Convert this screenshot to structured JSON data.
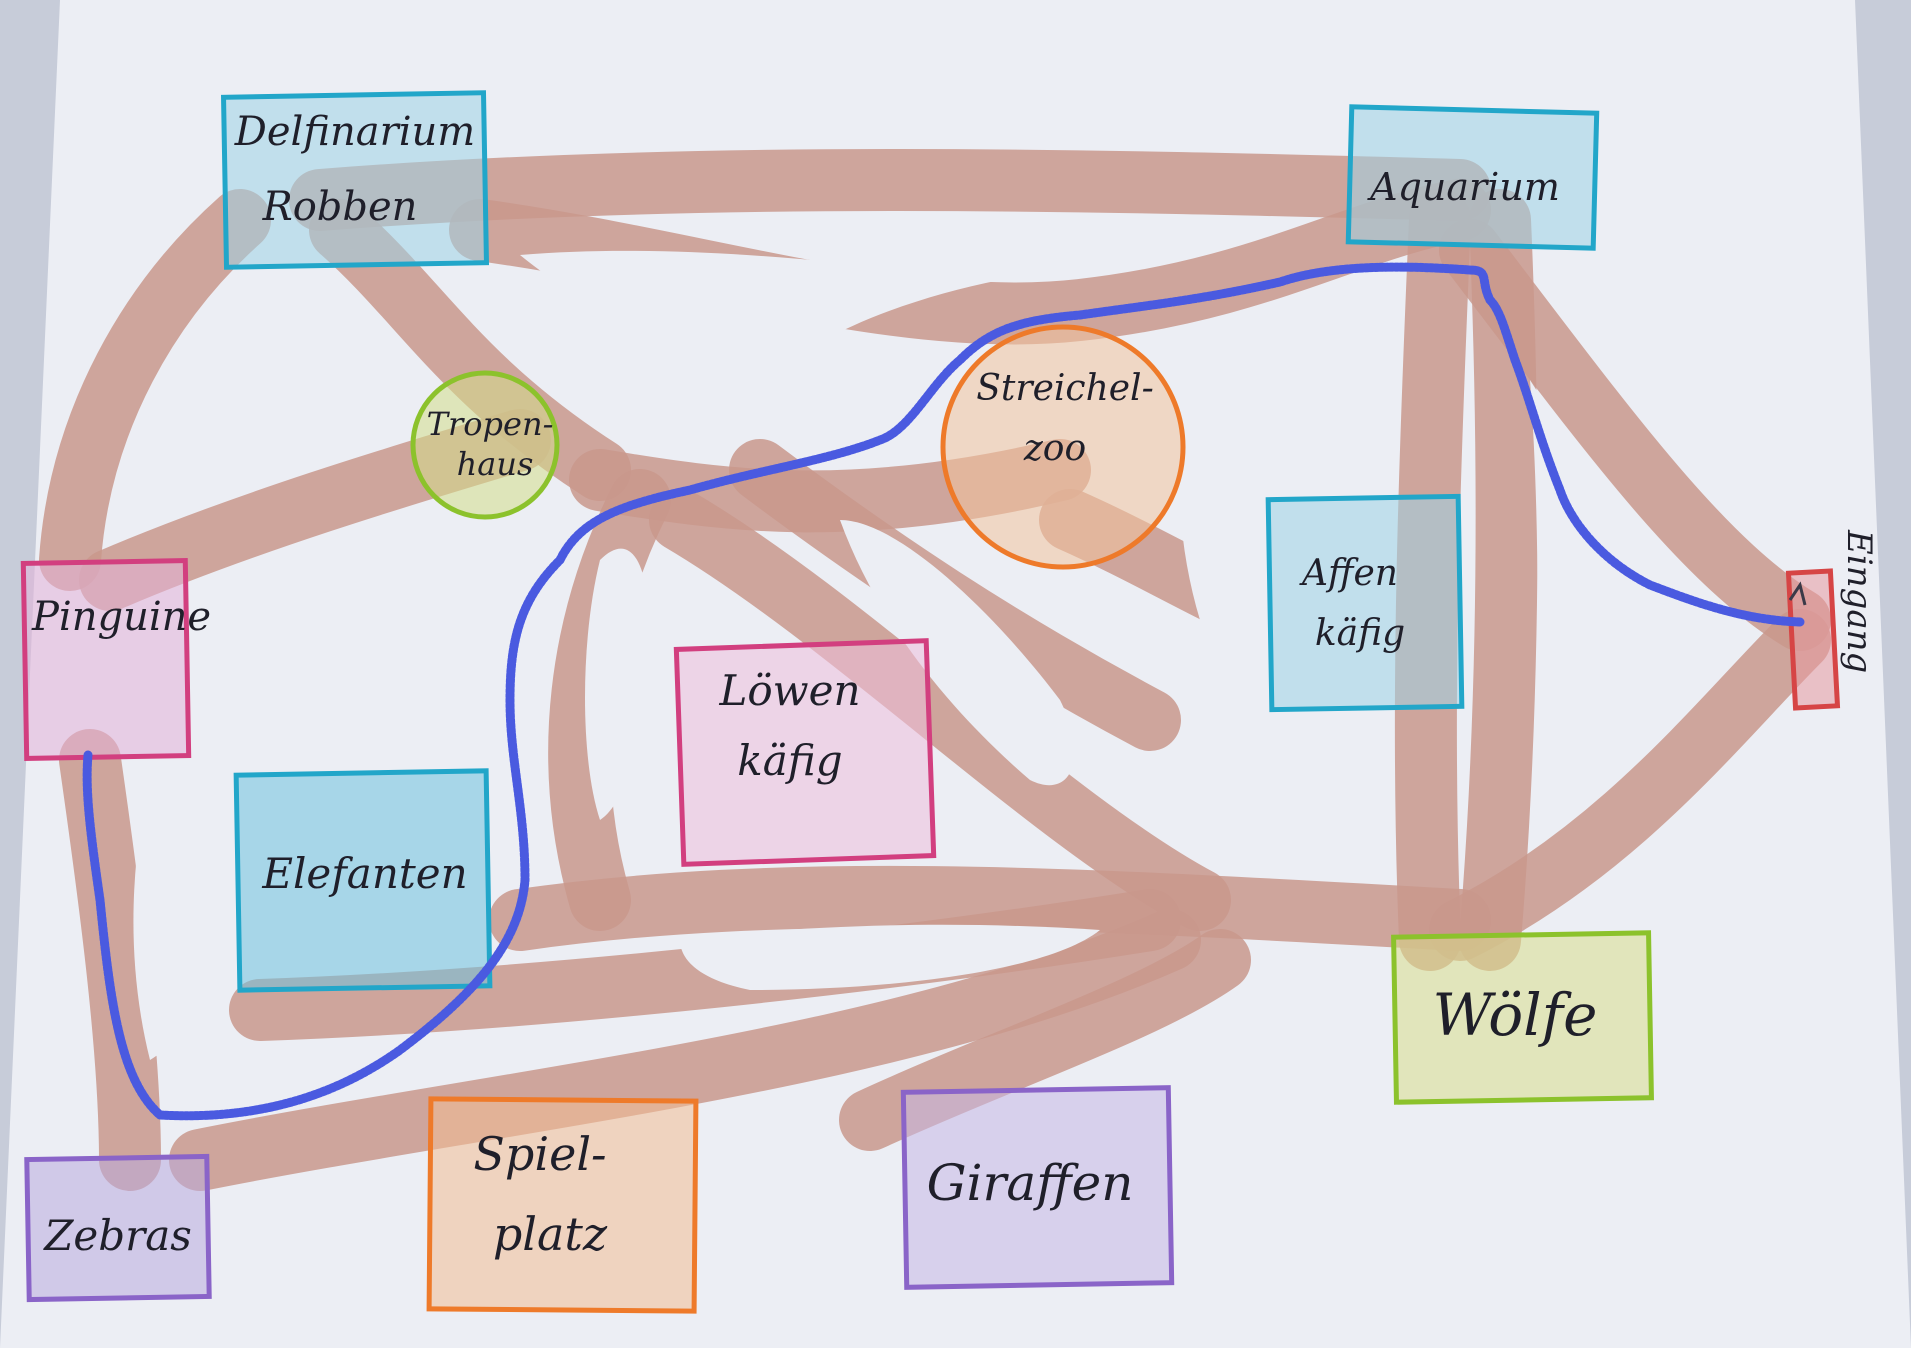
{
  "map": {
    "colors": {
      "paper": "#eceef4",
      "path": "#c9988c",
      "route": "#4a5ae0",
      "blue": "#22a6c9",
      "pink": "#d23f7f",
      "purple": "#8a64c8",
      "orange": "#ee7a2a",
      "green": "#8cc22c",
      "red": "#d64545"
    },
    "enclosures": {
      "delfinarium": [
        "Delfinarium",
        "Robben"
      ],
      "aquarium": [
        "Aquarium"
      ],
      "tropenhaus": [
        "Tropen-",
        "haus"
      ],
      "streichelzoo": [
        "Streichel-",
        "zoo"
      ],
      "pinguine": [
        "Pinguine"
      ],
      "affen": [
        "Affen",
        "käfig"
      ],
      "loewen": [
        "Löwen",
        "käfig"
      ],
      "elefanten": [
        "Elefanten"
      ],
      "woelfe": [
        "Wölfe"
      ],
      "zebras": [
        "Zebras"
      ],
      "spielplatz": [
        "Spiel-",
        "platz"
      ],
      "giraffen": [
        "Giraffen"
      ],
      "eingang": [
        "Eingang"
      ]
    }
  }
}
